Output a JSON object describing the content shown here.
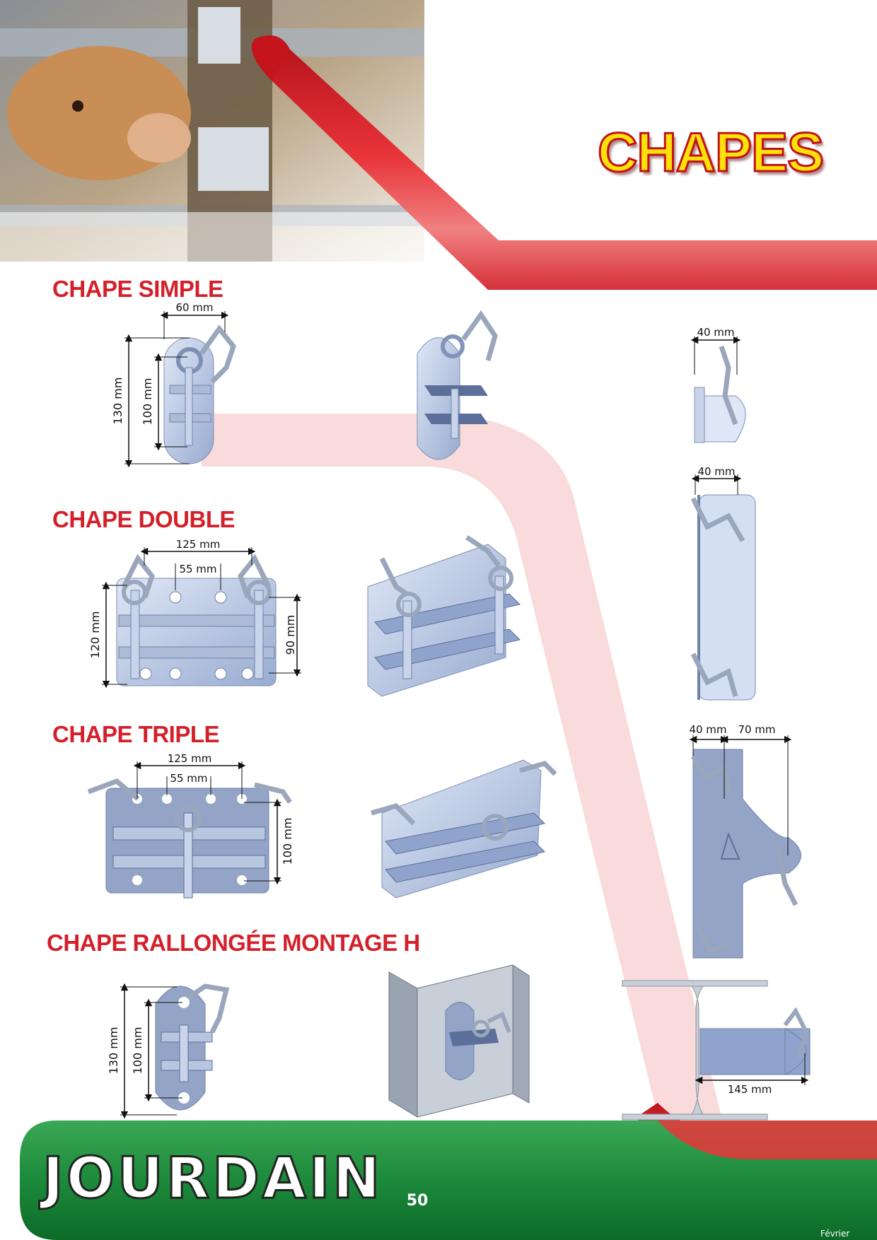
{
  "header": {
    "title": "CHAPES"
  },
  "photo": {
    "description_icon": "cow-photo"
  },
  "sections": [
    {
      "title": "CHAPE SIMPLE",
      "dims": [
        "60 mm",
        "130 mm",
        "100 mm",
        "40 mm"
      ]
    },
    {
      "title": "CHAPE DOUBLE",
      "dims": [
        "125 mm",
        "55 mm",
        "120 mm",
        "90 mm",
        "40 mm"
      ]
    },
    {
      "title": "CHAPE TRIPLE",
      "dims": [
        "125 mm",
        "55 mm",
        "100 mm",
        "40 mm",
        "70 mm"
      ]
    },
    {
      "title": "CHAPE RALLONGÉE MONTAGE H",
      "dims": [
        "130 mm",
        "100 mm",
        "145 mm"
      ]
    }
  ],
  "footer": {
    "logo": "JOURDAIN",
    "page_number": "50",
    "month": "Février"
  },
  "colors": {
    "accent_red": "#d4202a",
    "title_yellow": "#ffe10a",
    "footer_green": "#1f8a3c",
    "metal_blue": "#b8c8e6"
  }
}
